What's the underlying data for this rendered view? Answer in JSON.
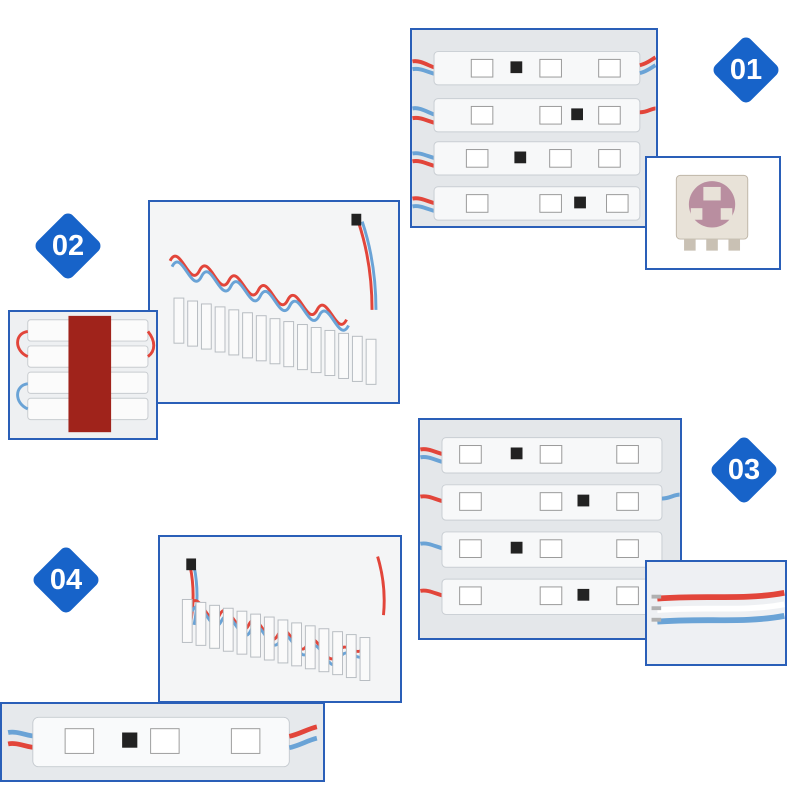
{
  "badges": {
    "b01": "01",
    "b02": "02",
    "b03": "03",
    "b04": "04"
  },
  "colors": {
    "badge_blue": "#1763c9",
    "frame_blue": "#2a5fb8",
    "wire_red": "#e2453a",
    "wire_blue": "#6aa3d6",
    "tape_red": "#a0231b"
  },
  "panels": [
    {
      "name": "module-closeup-01",
      "content": "closeup-led-modules"
    },
    {
      "name": "smd-led-chip-inset",
      "content": "5050-rgb-led-chip"
    },
    {
      "name": "module-string-02",
      "content": "led-module-chain"
    },
    {
      "name": "adhesive-back-02",
      "content": "red-adhesive-tape"
    },
    {
      "name": "module-closeup-03",
      "content": "closeup-led-modules"
    },
    {
      "name": "wire-inset-03",
      "content": "three-color-wires"
    },
    {
      "name": "module-string-04",
      "content": "led-module-chain"
    },
    {
      "name": "single-module-04",
      "content": "single-led-module"
    }
  ]
}
